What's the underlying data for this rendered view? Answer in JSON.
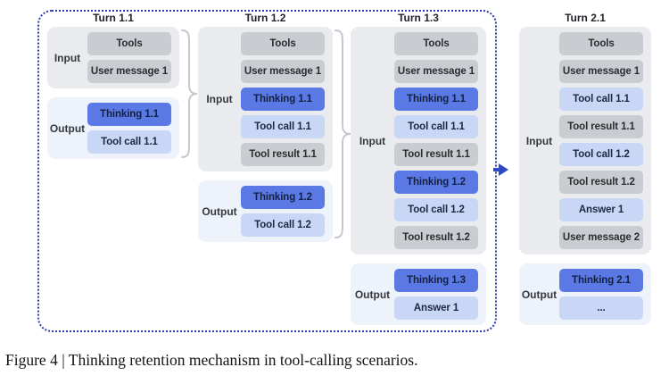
{
  "caption": "Figure 4 | Thinking retention mechanism in tool-calling scenarios.",
  "diagram": {
    "columns": [
      {
        "title": "Turn 1.1",
        "input": {
          "label": "Input",
          "boxes": [
            {
              "label": "Tools",
              "style": "gray"
            },
            {
              "label": "User message 1",
              "style": "gray"
            }
          ]
        },
        "output": {
          "label": "Output",
          "boxes": [
            {
              "label": "Thinking 1.1",
              "style": "blue"
            },
            {
              "label": "Tool call 1.1",
              "style": "lightblue"
            }
          ]
        }
      },
      {
        "title": "Turn 1.2",
        "input": {
          "label": "Input",
          "boxes": [
            {
              "label": "Tools",
              "style": "gray"
            },
            {
              "label": "User message 1",
              "style": "gray"
            },
            {
              "label": "Thinking 1.1",
              "style": "blue"
            },
            {
              "label": "Tool call 1.1",
              "style": "lightblue"
            },
            {
              "label": "Tool result 1.1",
              "style": "gray"
            }
          ]
        },
        "output": {
          "label": "Output",
          "boxes": [
            {
              "label": "Thinking 1.2",
              "style": "blue"
            },
            {
              "label": "Tool call 1.2",
              "style": "lightblue"
            }
          ]
        }
      },
      {
        "title": "Turn 1.3",
        "input": {
          "label": "Input",
          "boxes": [
            {
              "label": "Tools",
              "style": "gray"
            },
            {
              "label": "User message 1",
              "style": "gray"
            },
            {
              "label": "Thinking 1.1",
              "style": "blue"
            },
            {
              "label": "Tool call 1.1",
              "style": "lightblue"
            },
            {
              "label": "Tool result 1.1",
              "style": "gray"
            },
            {
              "label": "Thinking 1.2",
              "style": "blue"
            },
            {
              "label": "Tool call 1.2",
              "style": "lightblue"
            },
            {
              "label": "Tool result 1.2",
              "style": "gray"
            }
          ]
        },
        "output": {
          "label": "Output",
          "boxes": [
            {
              "label": "Thinking 1.3",
              "style": "blue"
            },
            {
              "label": "Answer 1",
              "style": "lightblue"
            }
          ]
        }
      },
      {
        "title": "Turn 2.1",
        "input": {
          "label": "Input",
          "boxes": [
            {
              "label": "Tools",
              "style": "gray"
            },
            {
              "label": "User message 1",
              "style": "gray"
            },
            {
              "label": "Tool call 1.1",
              "style": "lightblue"
            },
            {
              "label": "Tool result 1.1",
              "style": "gray"
            },
            {
              "label": "Tool call 1.2",
              "style": "lightblue"
            },
            {
              "label": "Tool result 1.2",
              "style": "gray"
            },
            {
              "label": "Answer 1",
              "style": "lightblue"
            },
            {
              "label": "User message 2",
              "style": "gray"
            }
          ]
        },
        "output": {
          "label": "Output",
          "boxes": [
            {
              "label": "Thinking 2.1",
              "style": "blue"
            },
            {
              "label": "...",
              "style": "lightblue"
            }
          ]
        }
      }
    ],
    "styles": {
      "gray": {
        "bg": "#c9cdd1",
        "text": "#2a2c30"
      },
      "blue": {
        "bg": "#5b79e4",
        "text": "#13203f"
      },
      "lightblue": {
        "bg": "#c9d7f7",
        "text": "#1e2742"
      }
    },
    "accents": {
      "dashed_border": "#2b3caa",
      "arrow": "#2f49c5",
      "brace": "#c4c8cd",
      "input_bg": "#e9ebee",
      "output_bg": "#edf2fb"
    }
  }
}
